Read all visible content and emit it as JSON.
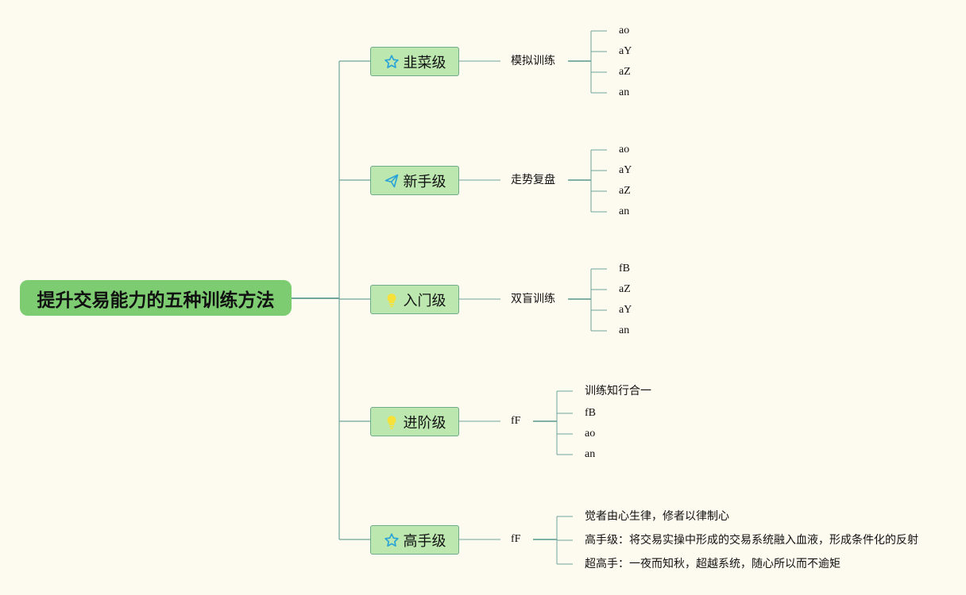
{
  "title": "提升交易能力的五种训练方法",
  "colors": {
    "background": "#fdfbf0",
    "root_fill": "#7dcc72",
    "level_fill": "#bce8b0",
    "level_border": "#6faa8a",
    "line": "#6fa59a"
  },
  "levels": [
    {
      "label": "韭菜级",
      "icon": "star-outline-icon",
      "method": "模拟训练",
      "leaves": [
        "ao",
        "aY",
        "aZ",
        "an"
      ]
    },
    {
      "label": "新手级",
      "icon": "paper-plane-icon",
      "method": "走势复盘",
      "leaves": [
        "ao",
        "aY",
        "aZ",
        "an"
      ]
    },
    {
      "label": "入门级",
      "icon": "lightbulb-icon",
      "method": "双盲训练",
      "leaves": [
        "fB",
        "aZ",
        "aY",
        "an"
      ]
    },
    {
      "label": "进阶级",
      "icon": "lightbulb-icon",
      "method": "fF",
      "leaves": [
        "训练知行合一",
        "fB",
        "ao",
        "an"
      ]
    },
    {
      "label": "高手级",
      "icon": "star-outline-icon",
      "method": "fF",
      "leaves": [
        "觉者由心生律，修者以律制心",
        "高手级：将交易实操中形成的交易系统融入血液，形成条件化的反射",
        "超高手：一夜而知秋，超越系统，随心所以而不逾矩"
      ]
    }
  ]
}
